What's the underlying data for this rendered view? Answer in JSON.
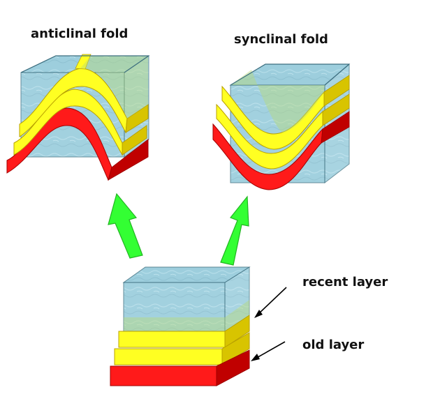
{
  "labels": {
    "anticlinal": "anticlinal fold",
    "synclinal": "synclinal fold",
    "recent": "recent layer",
    "old": "old layer"
  },
  "colors": {
    "water": "#8cc6d8",
    "water_edge": "#3d6f80",
    "yellow": "#ffff22",
    "yellow_dark": "#d8c400",
    "red": "#ff1a1a",
    "red_dark": "#c00000",
    "arrow": "#33ff33",
    "arrow_edge": "#22b422"
  }
}
